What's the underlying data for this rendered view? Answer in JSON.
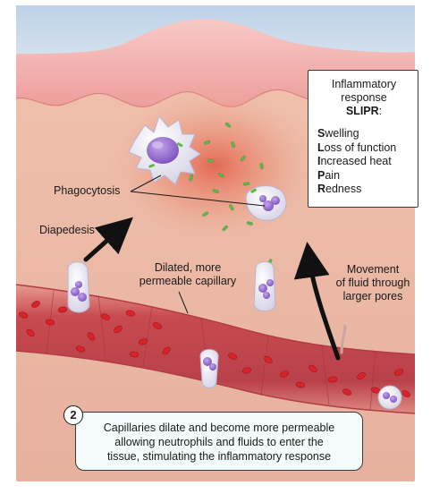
{
  "legend": {
    "title_line1": "Inflammatory",
    "title_line2": "response",
    "acronym": "SLIPR",
    "acronym_suffix": ":",
    "items": [
      {
        "initial": "S",
        "rest": "welling"
      },
      {
        "initial": "L",
        "rest": "oss of function"
      },
      {
        "initial": "I",
        "rest": "ncreased heat"
      },
      {
        "initial": "P",
        "rest": "ain"
      },
      {
        "initial": "R",
        "rest": "edness"
      }
    ]
  },
  "labels": {
    "phagocytosis": "Phagocytosis",
    "diapedesis": "Diapedesis",
    "capillary_line1": "Dilated, more",
    "capillary_line2": "permeable capillary",
    "movement_line1": "Movement",
    "movement_line2": "of fluid through",
    "movement_line3": "larger pores"
  },
  "step": {
    "number": "2",
    "caption_line1": "Capillaries dilate and become more permeable",
    "caption_line2": "allowing neutrophils and fluids to enter the",
    "caption_line3": "tissue, stimulating the inflammatory response"
  },
  "colors": {
    "sky": "#c9d9ec",
    "epidermis": "#f2b6b6",
    "dermis": "#ecb9a6",
    "inflamed": "#e2664f",
    "vessel": "#c0474c",
    "rbc": "#d8232a",
    "bacteria": "#5fb94a",
    "neutrophil_nucleus": "#8b62c9"
  }
}
